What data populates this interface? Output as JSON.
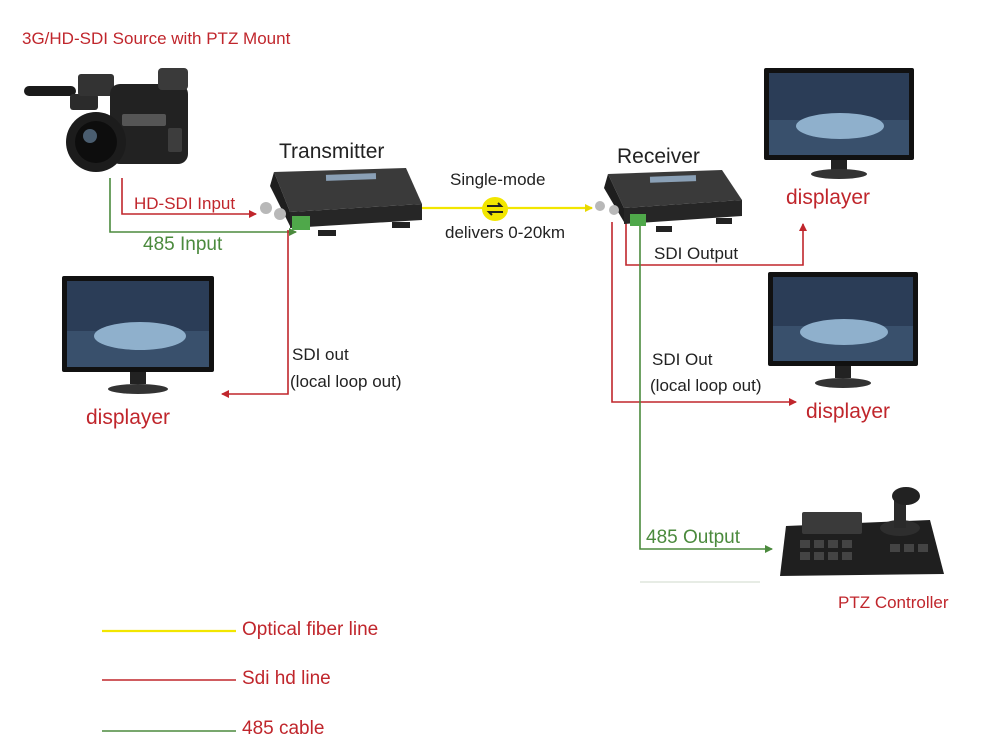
{
  "title": "3G/HD-SDI Source with PTZ Mount",
  "transmitter": {
    "label": "Transmitter"
  },
  "receiver": {
    "label": "Receiver"
  },
  "fiber": {
    "mode": "Single-mode",
    "distance": "delivers 0-20km"
  },
  "connections": {
    "hd_sdi_input": "HD-SDI Input",
    "rs485_input": "485 Input",
    "sdi_out_tx_line1": "SDI out",
    "sdi_out_tx_line2": "(local loop out)",
    "sdi_output_rx": "SDI Output",
    "sdi_out_rx_line1": "SDI Out",
    "sdi_out_rx_line2": "(local loop out)",
    "rs485_output": "485 Output"
  },
  "displays": {
    "left": "displayer",
    "right_top": "displayer",
    "right_middle": "displayer"
  },
  "ptz_controller": "PTZ Controller",
  "legend": [
    {
      "label": "Optical fiber line",
      "color": "#f2e600"
    },
    {
      "label": "Sdi hd line",
      "color": "#c0262c"
    },
    {
      "label": "485 cable",
      "color": "#4b8a3d"
    }
  ]
}
